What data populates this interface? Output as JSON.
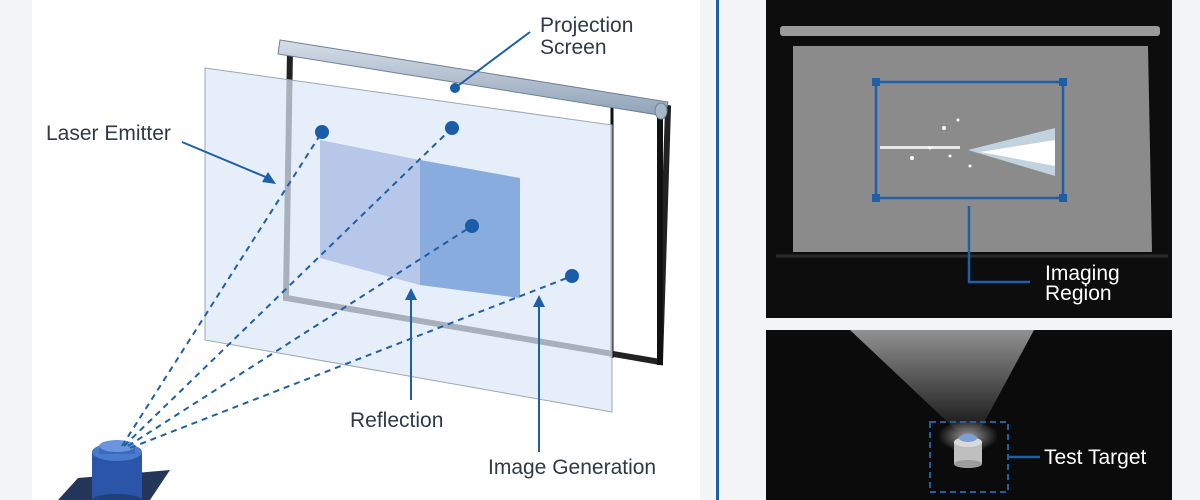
{
  "labels": {
    "projection_screen": [
      "Projection",
      "Screen"
    ],
    "laser_emitter": "Laser Emitter",
    "reflection": "Reflection",
    "image_generation": "Image Generation",
    "imaging_region": [
      "Imaging",
      "Region"
    ],
    "test_target": "Test Target"
  },
  "colors": {
    "accent": "#1f5fa5",
    "dot": "#1a5ca8",
    "dark_panel": "#0d0d0d",
    "screen_gray": "#8b8b8b"
  }
}
